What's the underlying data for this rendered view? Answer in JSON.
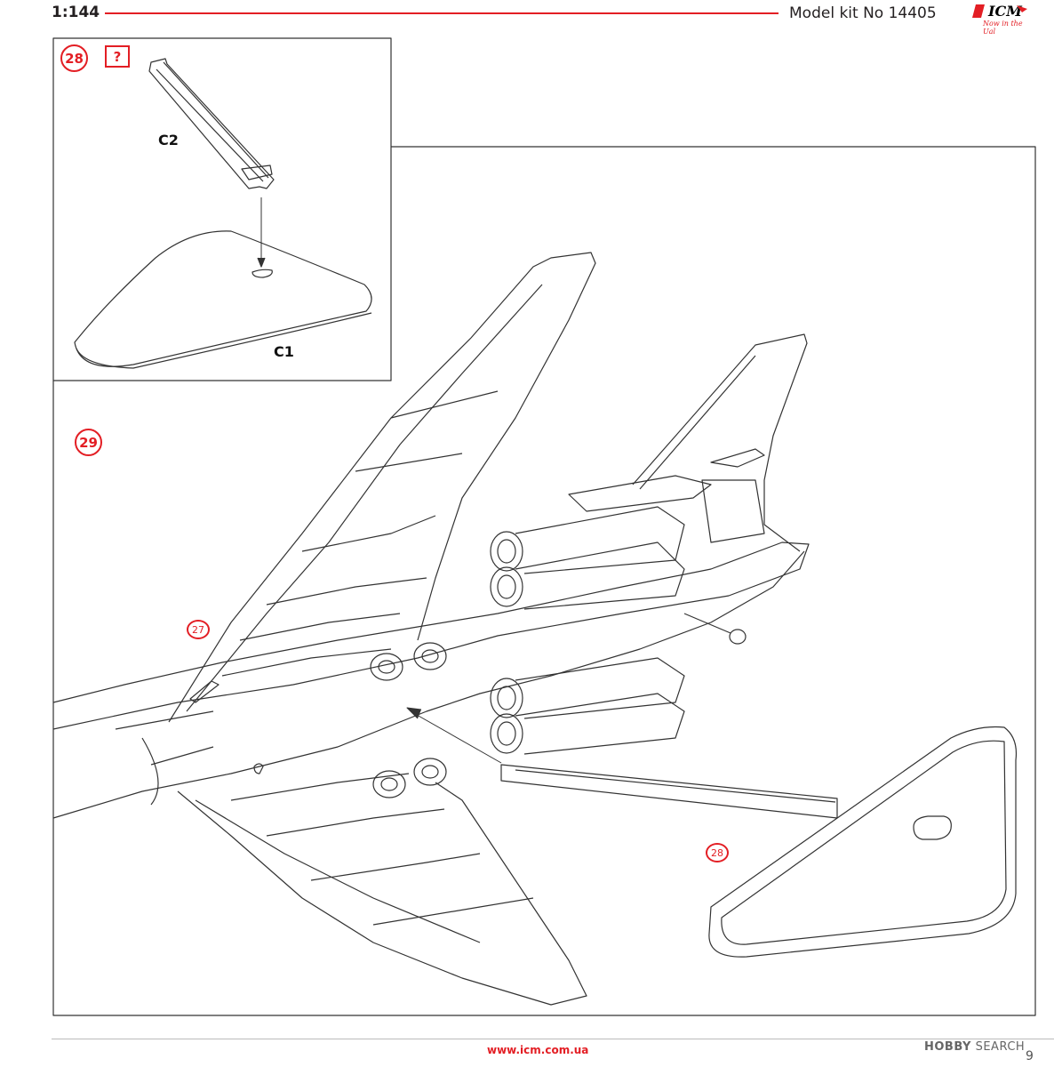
{
  "header": {
    "scale": "1:144",
    "title": "Model kit No 14405",
    "logo": "ICM",
    "logo_tagline": "Now in the Ual"
  },
  "steps": {
    "step28_number": "28",
    "step28_question": "?",
    "step29_number": "29",
    "ref27": "27",
    "ref28": "28"
  },
  "parts": {
    "c2": "C2",
    "c1": "C1"
  },
  "footer": {
    "url": "www.icm.com.ua",
    "watermark_prefix": "HOBBY",
    "watermark_suffix": "SEARCH",
    "page_number": "9"
  },
  "colors": {
    "accent": "#e31e24",
    "line": "#333333"
  }
}
